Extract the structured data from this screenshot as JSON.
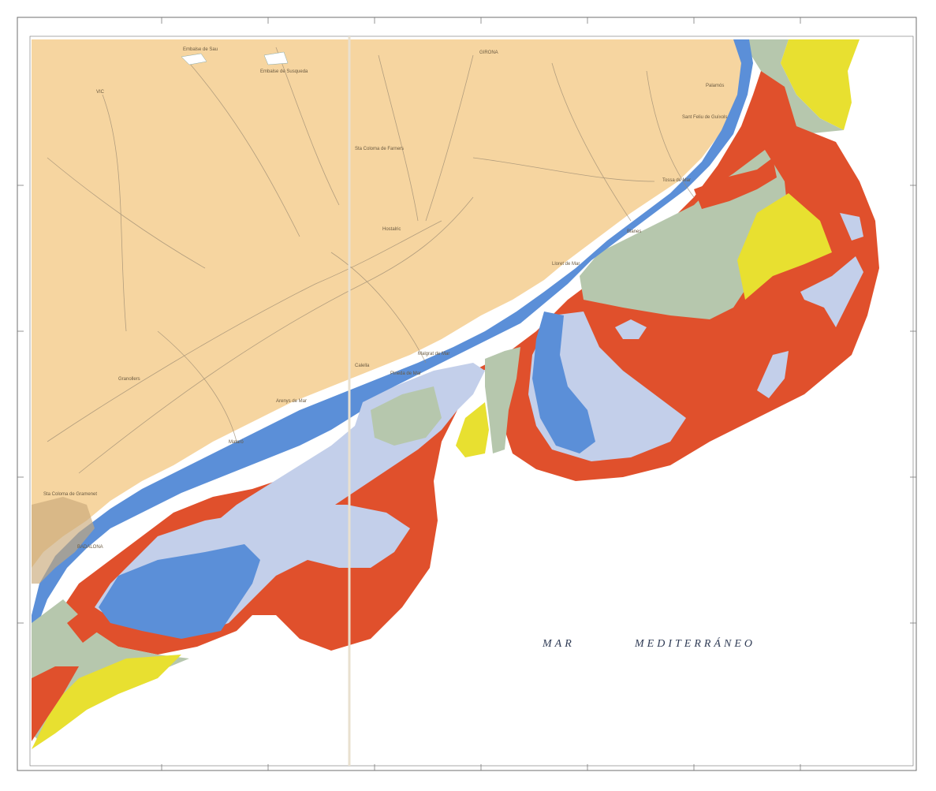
{
  "sea_label_1": "MAR",
  "sea_label_2": "MEDITERRÁNEO",
  "places": [
    {
      "id": "p1",
      "label": "Embalse de Sau"
    },
    {
      "id": "p2",
      "label": "Embalse de Susqueda"
    },
    {
      "id": "p3",
      "label": "GIRONA"
    },
    {
      "id": "p4",
      "label": "VIC"
    },
    {
      "id": "p5",
      "label": "Sta Coloma de Farners"
    },
    {
      "id": "p6",
      "label": "Hostalric"
    },
    {
      "id": "p7",
      "label": "Blanes"
    },
    {
      "id": "p8",
      "label": "Lloret de Mar"
    },
    {
      "id": "p9",
      "label": "Tossa de Mar"
    },
    {
      "id": "p10",
      "label": "Sant Feliu de Guíxols"
    },
    {
      "id": "p11",
      "label": "Palamós"
    },
    {
      "id": "p12",
      "label": "Calella"
    },
    {
      "id": "p13",
      "label": "Arenys de Mar"
    },
    {
      "id": "p14",
      "label": "Mataró"
    },
    {
      "id": "p15",
      "label": "Granollers"
    },
    {
      "id": "p16",
      "label": "Sta Coloma de Gramenet"
    },
    {
      "id": "p17",
      "label": "BADALONA"
    },
    {
      "id": "p18",
      "label": "Malgrat de Mar"
    },
    {
      "id": "p19",
      "label": "Pineda de Mar"
    }
  ],
  "colors": {
    "land": "#f6d5a0",
    "sea": "#ffffff",
    "zone_dark_blue": "#5b8fd8",
    "zone_light_blue": "#c3cfea",
    "zone_grey_green": "#b6c7ad",
    "zone_red": "#e0502c",
    "zone_yellow": "#e8e030"
  }
}
